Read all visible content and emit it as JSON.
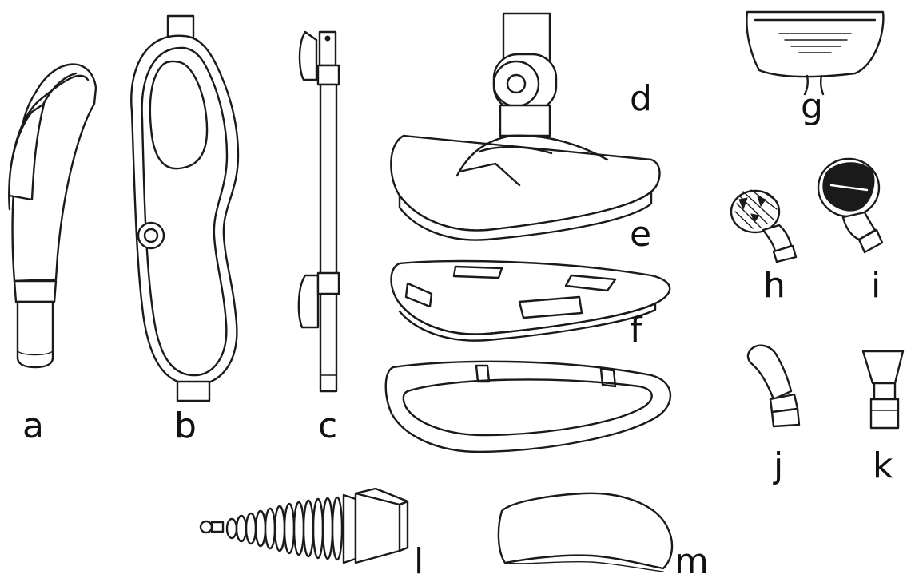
{
  "labels": {
    "a": "a",
    "b": "b",
    "c": "c",
    "d": "d",
    "e": "e",
    "f": "f",
    "g": "g",
    "h": "h",
    "i": "i",
    "j": "j",
    "k": "k",
    "l": "l",
    "m": "m"
  },
  "colors": {
    "line": "#1a1a1a",
    "background": "#ffffff"
  }
}
